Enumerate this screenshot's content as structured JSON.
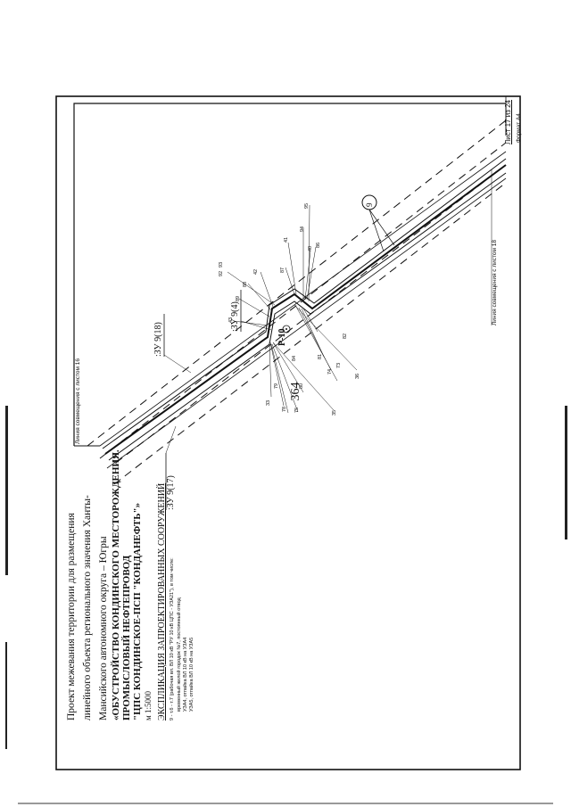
{
  "page": {
    "number": "364"
  },
  "title_block": {
    "line1": "Проект межевания территории для размещения",
    "line2": "линейного объекта регионального значения Ханты-",
    "line3": "Мансийского автономного округа – Югры",
    "object1": "«ОБУСТРОЙСТВО КОНДИНСКОГО МЕСТОРОЖДЕНИЯ.",
    "object2": "ПРОМЫСЛОВЫЙ НЕФТЕПРОВОД",
    "object3": "\"ЦПС КОНДИНСКОЕ-ПСП \"КОНДАНЕФТЬ\"»",
    "scale": "м 1:5000"
  },
  "explication": {
    "heading": "ЭКСПЛИКАЦИЯ ЗАПРОЕКТИРОВАННЫХ СООРУЖЕНИЙ",
    "row1": "9 - т.б - т.7 (рабочая вл. ВЛ 10 кВ \"РУ 10 кВ ЦПС - УЗА21\"), в том числе:",
    "row2": "временный жилой городок №7, постоянный отвод",
    "row3": "УЗА4, отпайка ВЛ 10 кВ на УЗА4",
    "row4": "УЗА5, отпайка ВЛ 10 кВ на УЗА5"
  },
  "map": {
    "labels": {
      "zu_17": ":ЗУ 9(17)",
      "zu_18": ":ЗУ 9(18)",
      "zu_4": ":ЗУ 9(4)",
      "point": "Р-10",
      "circle_id": "9"
    },
    "match_left": "Линия совмещения с листом 16",
    "match_right": "Линия совмещения с листом 18",
    "sheet_label": "Лист 17 из 24",
    "format_label": "Формат А4",
    "point_numbers": [
      "33",
      "79",
      "78",
      "75",
      "80",
      "35",
      "84",
      "81",
      "74",
      "73",
      "36",
      "82",
      "43",
      "89",
      "88",
      "42",
      "92",
      "93",
      "87",
      "41",
      "94",
      "40",
      "86",
      "95"
    ]
  },
  "colors": {
    "ink": "#111111",
    "paper": "#ffffff"
  }
}
